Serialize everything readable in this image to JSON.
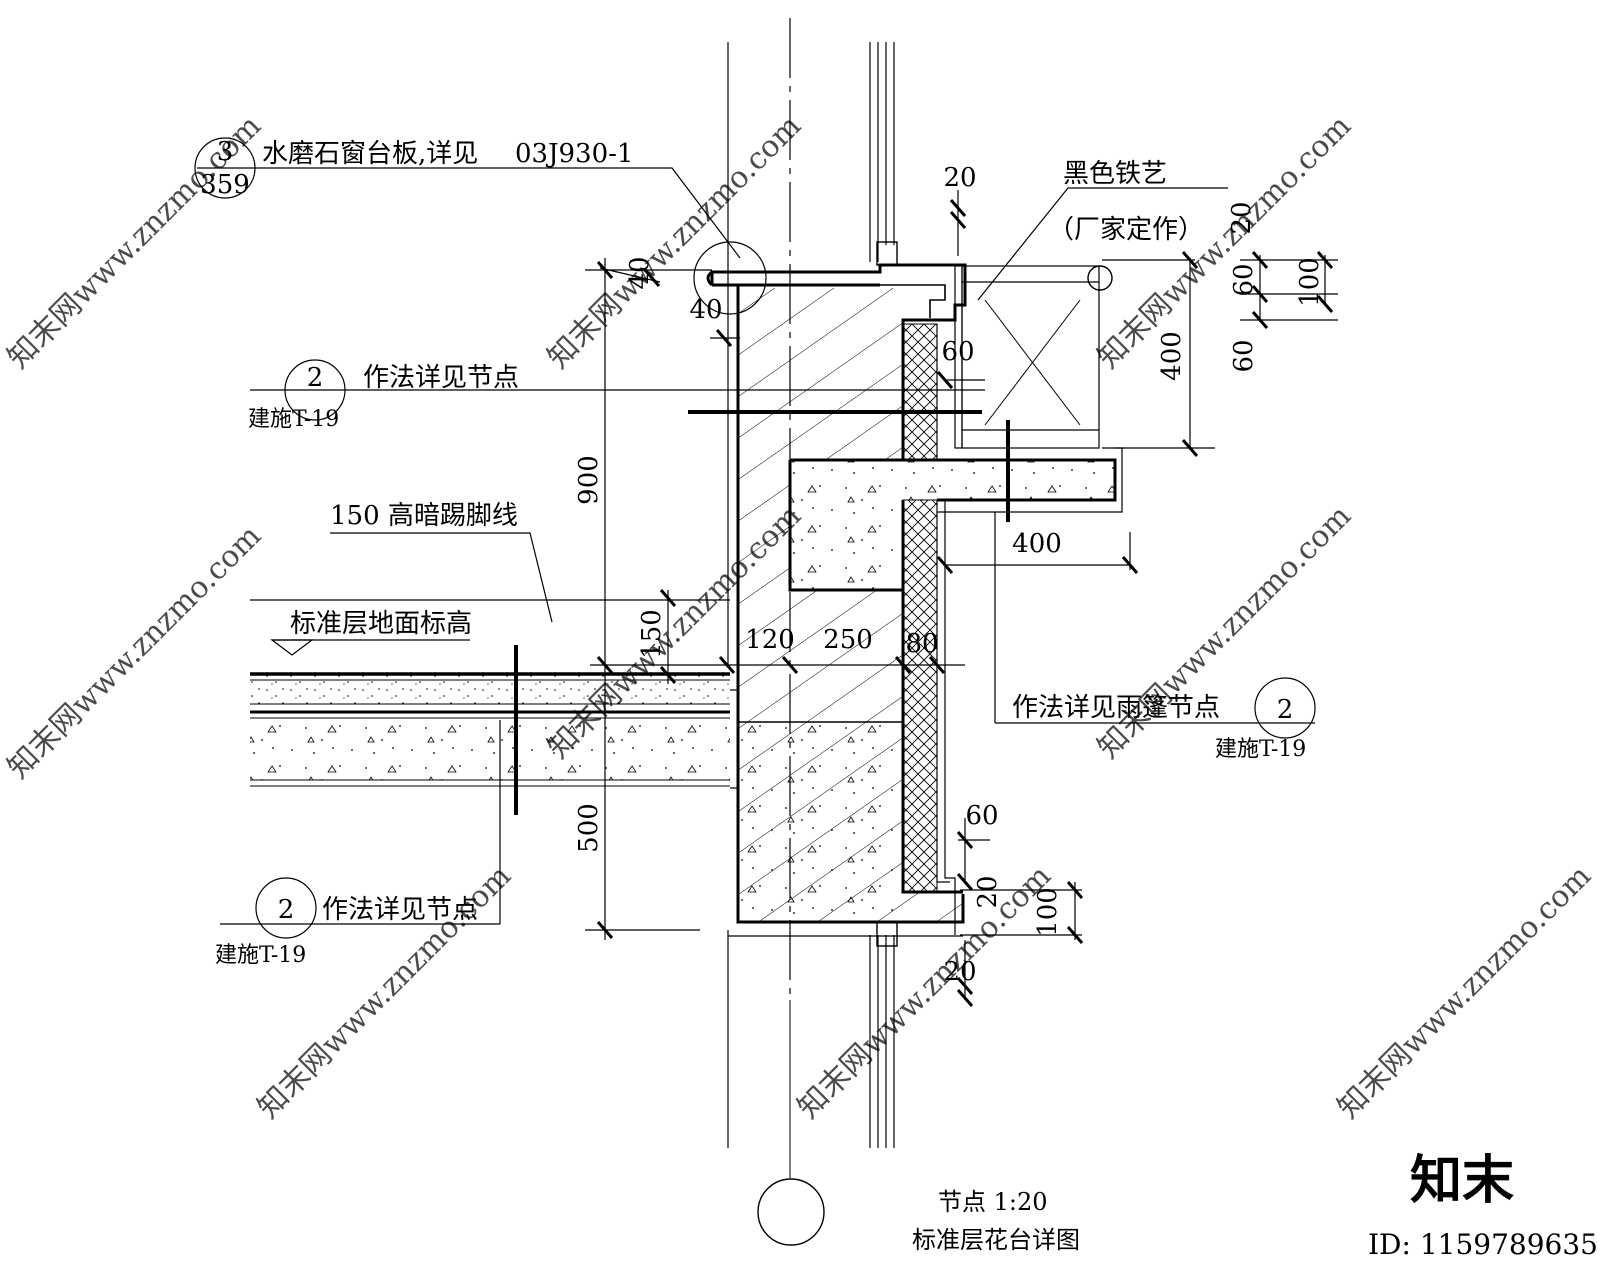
{
  "labels": {
    "callout_sill_ref_top": "3",
    "callout_sill_ref_bottom": "359",
    "sill_note": "水磨石窗台板,详见",
    "sill_std": "03J930-1",
    "ref_num": "2",
    "ref_sheet": "建施T-19",
    "method_note": "作法详见节点",
    "skirting_note": "150 高暗踢脚线",
    "floor_level_note": "标准层地面标高",
    "canopy_note": "作法详见雨篷节点",
    "iron_note": "黑色铁艺",
    "iron_sub": "（厂家定作）"
  },
  "dims": {
    "d900": "900",
    "d500": "500",
    "d150": "150",
    "d120": "120",
    "d250": "250",
    "d80": "80",
    "d40a": "40",
    "d40b": "40",
    "d20_top": "20",
    "d60_inner": "60",
    "d400_h": "400",
    "d20_r": "20",
    "d60_r1": "60",
    "d100_r": "100",
    "d60_r2": "60",
    "d400_v": "400",
    "d60_low": "60",
    "d20_low": "20",
    "d100_low": "100",
    "d20_bot": "20"
  },
  "title": {
    "line1": "节点    1:20",
    "line2": "标准层花台详图"
  },
  "brand": {
    "logo": "知末",
    "id": "ID: 1159789635",
    "watermark": "知末网www.znzmo.com"
  }
}
